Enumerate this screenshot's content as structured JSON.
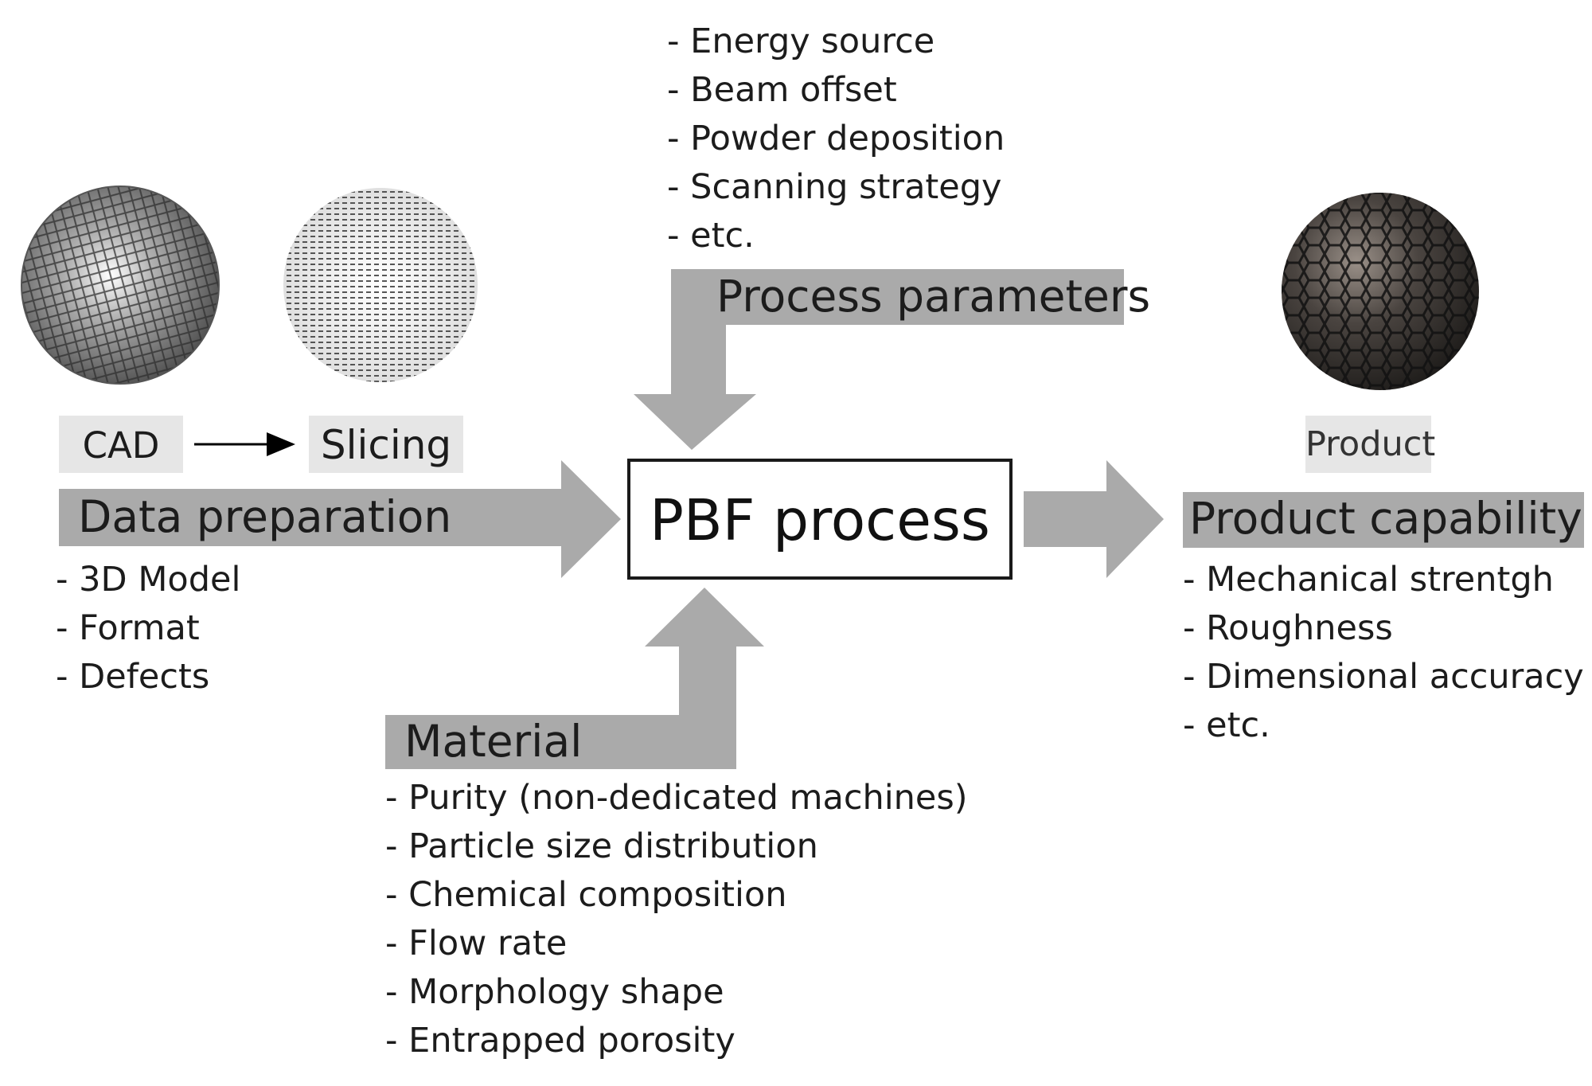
{
  "title": "",
  "center": {
    "label": "PBF process"
  },
  "process_parameters": {
    "heading": "Process parameters",
    "items": [
      "- Energy source",
      "- Beam offset",
      "- Powder deposition",
      "- Scanning strategy",
      "- etc."
    ]
  },
  "data_preparation": {
    "heading": "Data preparation",
    "cad_label": "CAD",
    "slicing_label": "Slicing",
    "items": [
      "- 3D Model",
      "- Format",
      "- Defects"
    ]
  },
  "material": {
    "heading": "Material",
    "items": [
      "- Purity (non-dedicated machines)",
      "- Particle size distribution",
      "- Chemical composition",
      "- Flow rate",
      "- Morphology shape",
      "- Entrapped porosity"
    ]
  },
  "product_capability": {
    "heading": "Product capability",
    "product_label": "Product",
    "items": [
      "- Mechanical strentgh",
      "- Roughness",
      "- Dimensional accuracy",
      "- etc."
    ]
  },
  "colors": {
    "arrow_gray": "#aaaaaa",
    "label_box_gray": "#e6e6e6",
    "sphere_dark": "#3a3632",
    "sphere_light": "#8a8a8a"
  }
}
